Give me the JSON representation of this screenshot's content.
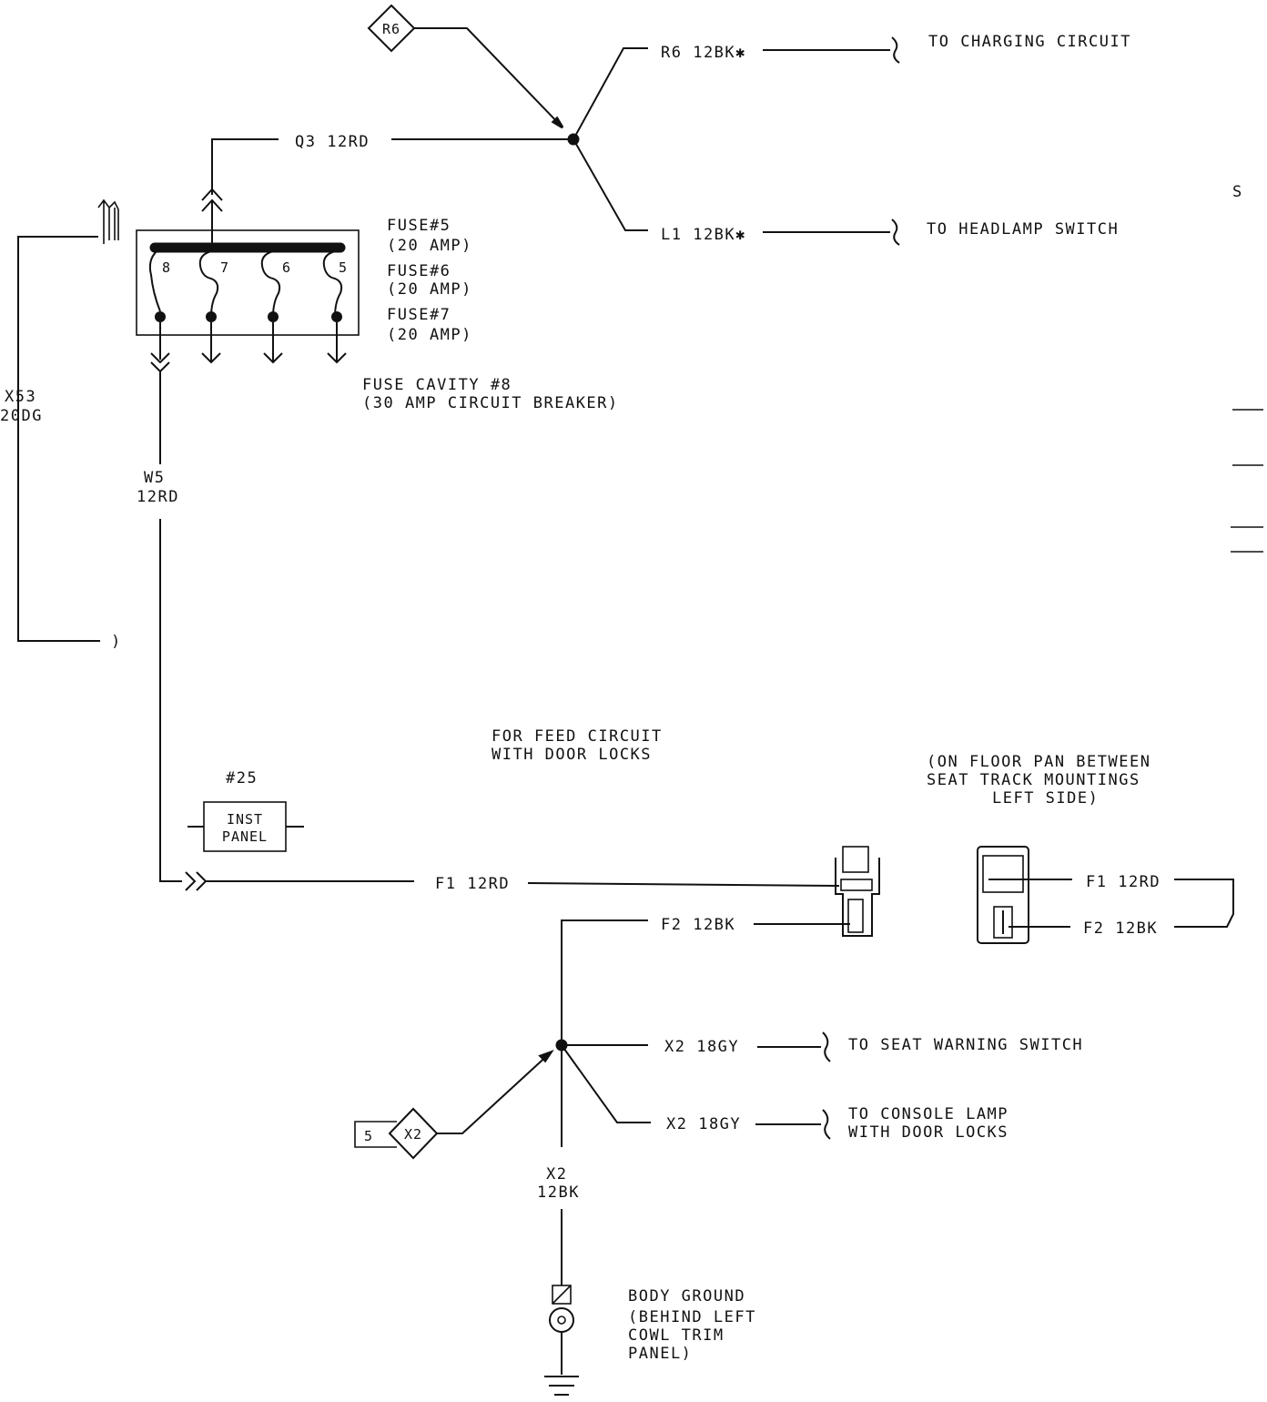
{
  "wires": {
    "r6_splice_label": "R6",
    "r6": "R6 12BK✱",
    "l1": "L1 12BK✱",
    "q3": "Q3 12RD",
    "w5_name": "W5",
    "w5_gauge": "12RD",
    "x53_name": "X53",
    "x53_gauge": "20DG",
    "f1": "F1 12RD",
    "f2": "F2 12BK",
    "f1_right": "F1 12RD",
    "f2_right": "F2 12BK",
    "x2_a": "X2 18GY",
    "x2_b": "X2 18GY",
    "x2_name": "X2",
    "x2_gauge": "12BK",
    "x2_splice_label": "X2",
    "x2_splice_page": "5"
  },
  "destinations": {
    "charging": "TO CHARGING CIRCUIT",
    "headlamp": "TO HEADLAMP SWITCH",
    "seat_warning": "TO SEAT WARNING SWITCH",
    "console_line1": "TO CONSOLE LAMP",
    "console_line2": "WITH DOOR LOCKS"
  },
  "fuse_block": {
    "cavity_8": "8",
    "cavity_7": "7",
    "cavity_6": "6",
    "cavity_5": "5",
    "fuse5_line1": "FUSE#5",
    "fuse5_line2": "(20 AMP)",
    "fuse6_line1": "FUSE#6",
    "fuse6_line2": "(20 AMP)",
    "fuse7_line1": "FUSE#7",
    "fuse7_line2": "(20 AMP)",
    "cavity8_line1": "FUSE CAVITY #8",
    "cavity8_line2": "(30 AMP CIRCUIT BREAKER)"
  },
  "notes": {
    "feed_line1": "FOR FEED CIRCUIT",
    "feed_line2": "WITH DOOR LOCKS",
    "floor_line1": "(ON FLOOR PAN BETWEEN",
    "floor_line2": "SEAT TRACK MOUNTINGS",
    "floor_line3": "LEFT SIDE)",
    "connector_num": "#25",
    "inst_line1": "INST",
    "inst_line2": "PANEL",
    "ground_line1": "BODY GROUND",
    "ground_line2": "(BEHIND LEFT",
    "ground_line3": "COWL TRIM",
    "ground_line4": "PANEL)",
    "edge_text": "S",
    "stub_text": ")"
  }
}
